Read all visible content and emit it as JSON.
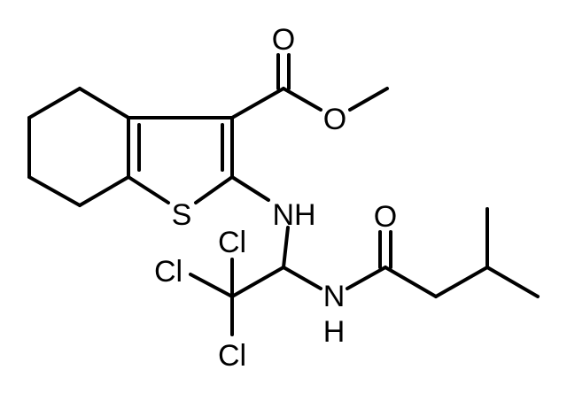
{
  "molecule": {
    "atoms": {
      "carbonyl_oxygen_ester": "O",
      "ether_oxygen_ester": "O",
      "thiophene_sulfur": "S",
      "amine_nh": "NH",
      "amide_nh_n": "N",
      "amide_nh_h": "H",
      "amide_carbonyl_oxygen": "O",
      "chlorine_top": "Cl",
      "chlorine_left": "Cl",
      "chlorine_bottom": "Cl"
    },
    "colors": {
      "bond": "#000000",
      "label": "#000000",
      "background": "#ffffff"
    }
  }
}
